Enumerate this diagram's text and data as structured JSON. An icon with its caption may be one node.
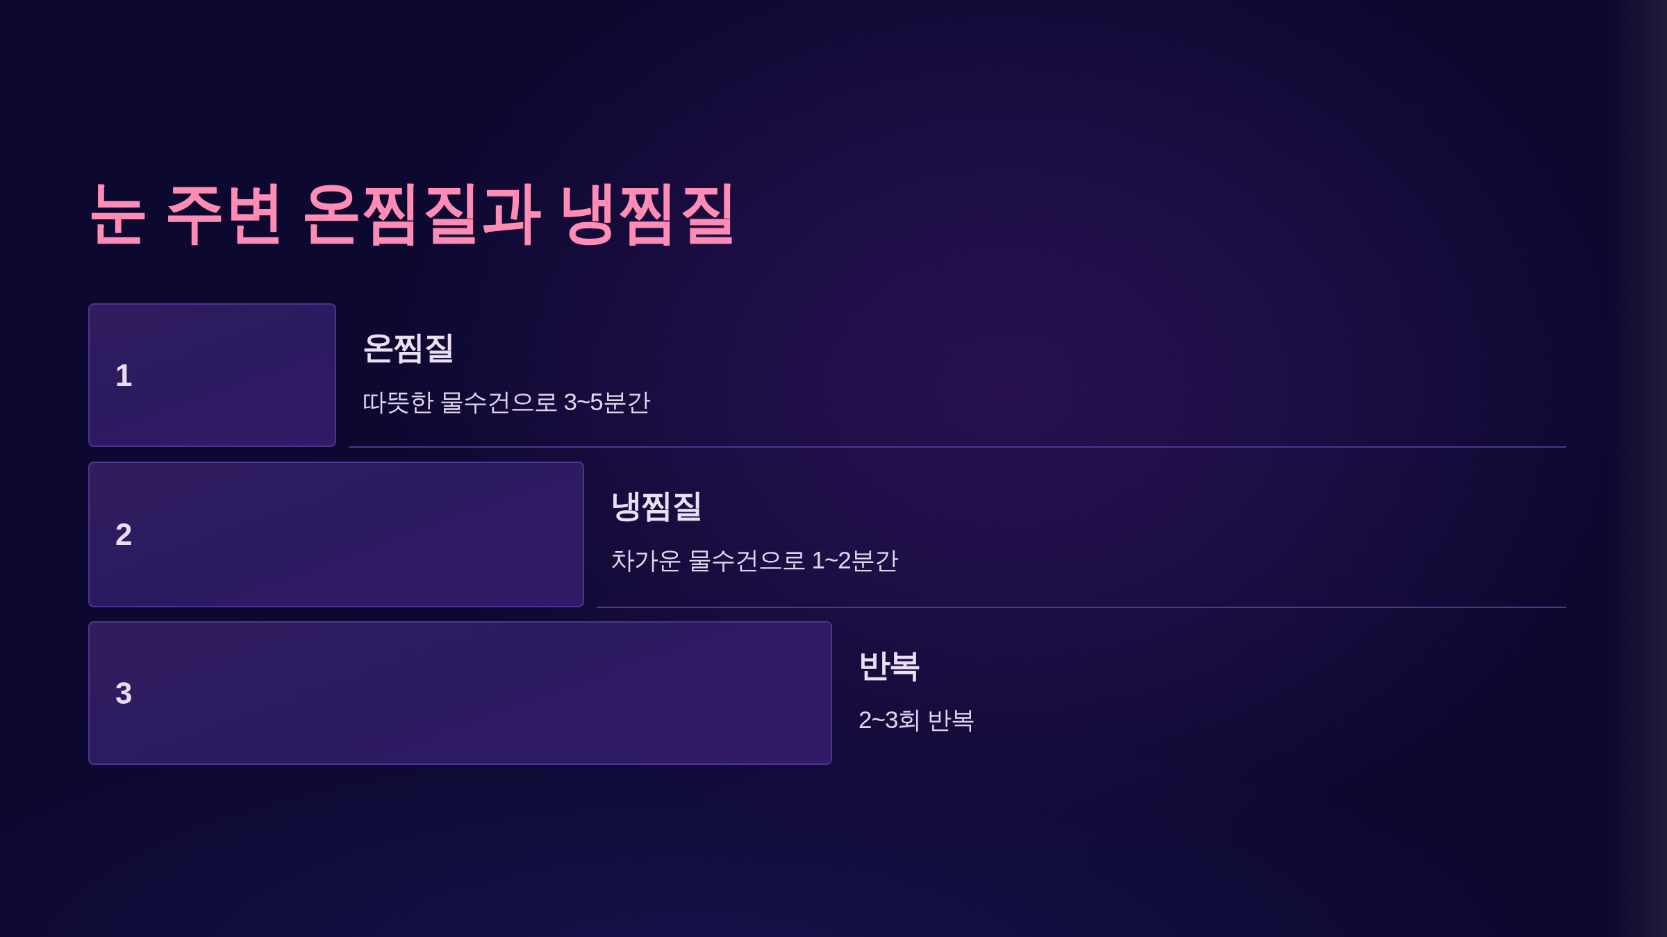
{
  "diagram": {
    "title": "눈 주변 온찜질과 냉찜질",
    "nodes": [
      {
        "text": [
          "1"
        ],
        "beside": [
          "온찜질",
          "따뜻한 물수건으로 3~5분간"
        ]
      },
      {
        "text": [
          "2"
        ],
        "beside": [
          "냉찜질",
          "차가운 물수건으로 1~2분간"
        ]
      },
      {
        "text": [
          "3"
        ],
        "beside": [
          "반복",
          "2~3회 반복"
        ]
      }
    ]
  }
}
